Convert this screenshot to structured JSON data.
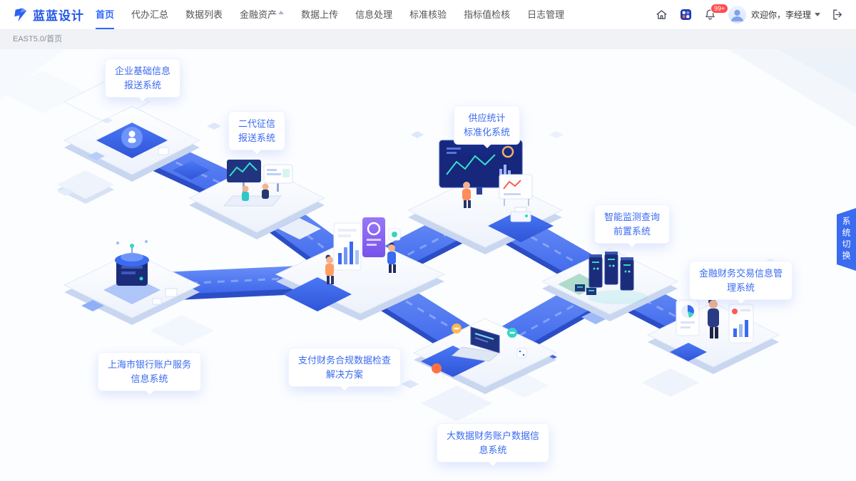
{
  "header": {
    "logo_text": "蓝蓝设计",
    "nav": [
      {
        "label": "首页"
      },
      {
        "label": "代办汇总"
      },
      {
        "label": "数据列表"
      },
      {
        "label": "金融资产"
      },
      {
        "label": "数据上传"
      },
      {
        "label": "信息处理"
      },
      {
        "label": "标准核验"
      },
      {
        "label": "指标值检核"
      },
      {
        "label": "日志管理"
      }
    ],
    "notification_badge": "99+",
    "greeting": "欢迎你，李经理",
    "icons": [
      "home-icon",
      "dashboard-icon",
      "bell-icon",
      "avatar",
      "caret-down-icon",
      "logout-icon"
    ]
  },
  "breadcrumb": "EAST5.0/首页",
  "side_tab": "系统切换",
  "systems": [
    {
      "label": "企业基础信息\n报送系统"
    },
    {
      "label": "二代征信\n报送系统"
    },
    {
      "label": "供应统计\n标准化系统"
    },
    {
      "label": "智能监测查询\n前置系统"
    },
    {
      "label": "金融财务交易信息管\n理系统"
    },
    {
      "label": "上海市银行账户服务\n信息系统"
    },
    {
      "label": "支付财务合规数据检查\n解决方案"
    },
    {
      "label": "大数据财务账户数据信\n息系统"
    }
  ],
  "colors": {
    "accent": "#2e68ff",
    "badge": "#ff4d4f",
    "path_blue": "#3f6cf0"
  }
}
